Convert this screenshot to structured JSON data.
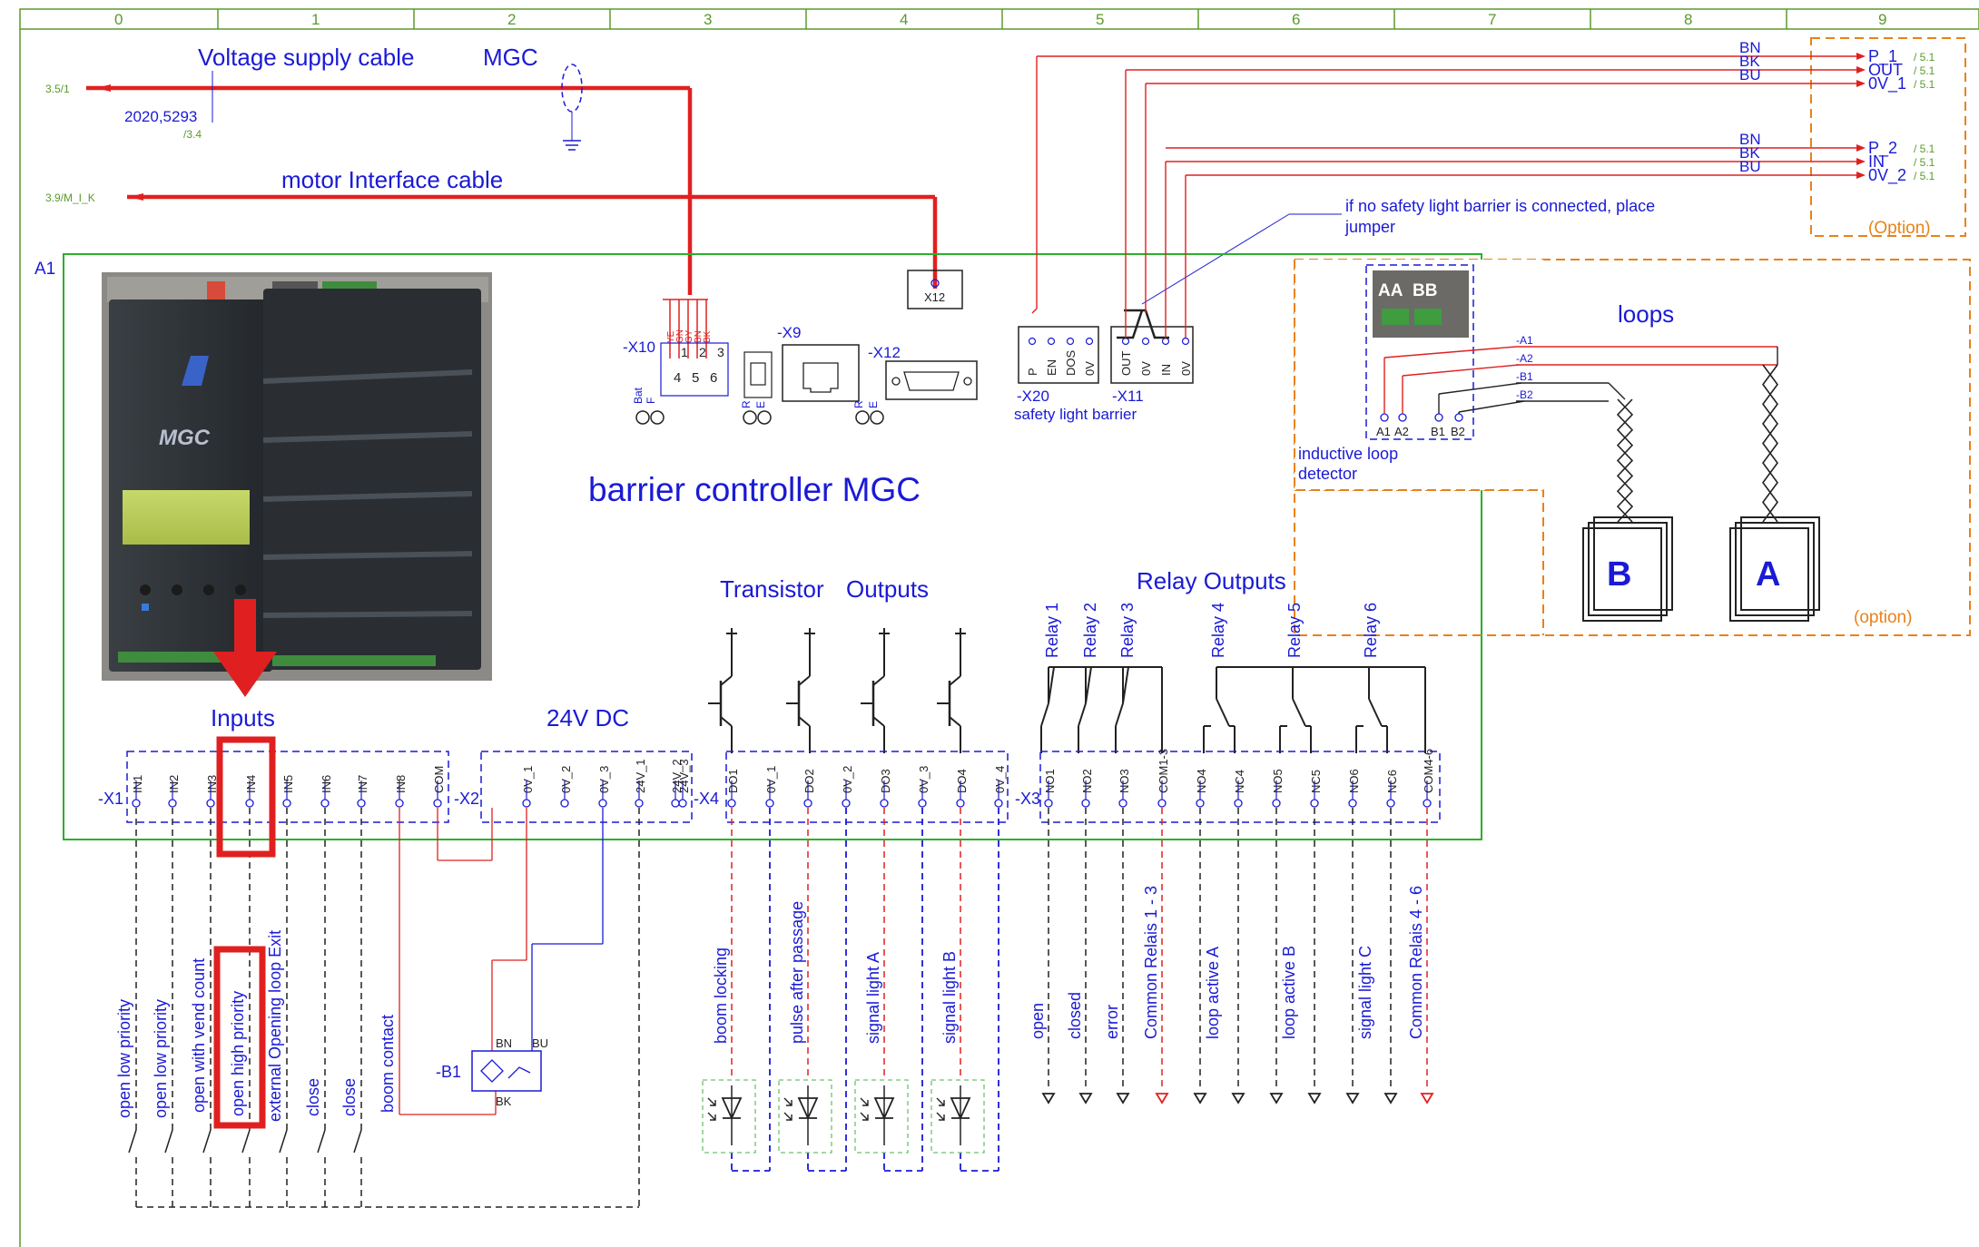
{
  "grid": {
    "columns": [
      "0",
      "1",
      "2",
      "3",
      "4",
      "5",
      "6",
      "7",
      "8",
      "9"
    ]
  },
  "header": {
    "voltage_cable": "Voltage supply cable",
    "mgc_label": "MGC",
    "ref_35": "3.5/1",
    "cable_id": "2020,5293",
    "ref_34": "/3.4",
    "motor_cable": "motor Interface cable",
    "ref_39": "3.9/M_I_K",
    "a1": "A1"
  },
  "option_top": {
    "wires1": [
      "BN",
      "BK",
      "BU"
    ],
    "terms1": [
      "P_1",
      "OUT",
      "0V_1"
    ],
    "wires2": [
      "BN",
      "BK",
      "BU"
    ],
    "terms2": [
      "P_2",
      "IN",
      "0V_2"
    ],
    "ref": "/ 5.1",
    "label": "(Option)"
  },
  "jumper_note": [
    "if no safety light barrier is connected, place",
    "jumper"
  ],
  "photo": {
    "brand": "MGC"
  },
  "main_title": "barrier controller MGC",
  "x10": {
    "label": "-X10",
    "pins_top": [
      "1",
      "2",
      "3"
    ],
    "pins_bot": [
      "4",
      "5",
      "6"
    ],
    "wires": [
      "YE",
      "GN",
      "GY",
      "BN",
      "BK"
    ],
    "bat": "Bat",
    "f": "F"
  },
  "x9": {
    "label": "-X9",
    "r": "R",
    "e": "E"
  },
  "x12": {
    "label": "-X12",
    "box": "X12",
    "r": "R",
    "e": "E"
  },
  "x20": {
    "label": "-X20",
    "pins": [
      "P",
      "EN",
      "DOS",
      "0V"
    ]
  },
  "x11": {
    "label": "-X11",
    "pins": [
      "OUT",
      "0V",
      "IN",
      "0V"
    ]
  },
  "safety_label": "safety light barrier",
  "loop_section": {
    "title": "loops",
    "aa": "AA",
    "bb": "BB",
    "wires": [
      "-A1",
      "-A2",
      "-B1",
      "-B2"
    ],
    "pins": [
      "A1",
      "A2",
      "B1",
      "B2"
    ],
    "det1": "inductive loop",
    "det2": "detector",
    "loop_b": "B",
    "loop_a": "A",
    "option": "(option)"
  },
  "sections": {
    "inputs": "Inputs",
    "dc24": "24V DC",
    "transistor": "Transistor",
    "outputs": "Outputs",
    "relay_outputs": "Relay Outputs"
  },
  "relays": [
    "Relay 1",
    "Relay 2",
    "Relay 3",
    "Relay 4",
    "Relay 5",
    "Relay 6"
  ],
  "x1": {
    "label": "-X1",
    "pins": [
      "IN1",
      "IN2",
      "IN3",
      "IN4",
      "IN5",
      "IN6",
      "IN7",
      "IN8",
      "COM"
    ]
  },
  "x2": {
    "label": "-X2",
    "pins": [
      "0V_1",
      "0V_2",
      "0V_3",
      "24V_1",
      "24V_2",
      "24V_3"
    ]
  },
  "x4": {
    "label": "-X4",
    "pins": [
      "DO1",
      "0V_1",
      "DO2",
      "0V_2",
      "DO3",
      "0V_3",
      "DO4",
      "0V_4"
    ]
  },
  "x3": {
    "label": "-X3",
    "pins": [
      "NO1",
      "NO2",
      "NO3",
      "COM1-3",
      "NO4",
      "NC4",
      "NO5",
      "NC5",
      "NO6",
      "NC6",
      "COM4-6"
    ]
  },
  "input_labels": [
    "open low priority",
    "open low priority",
    "open  with vend count",
    "open high priority",
    "external Opening loop Exit",
    "close",
    "close",
    "boom contact"
  ],
  "b1": {
    "label": "-B1",
    "bn": "BN",
    "bu": "BU",
    "bk": "BK"
  },
  "output_labels": [
    "boom locking",
    "pulse after passage",
    "signal light  A",
    "signal light  B"
  ],
  "relay_labels": [
    "open",
    "closed",
    "error",
    "Common Relais 1 - 3",
    "loop active A",
    "loop active B",
    "signal light  C",
    "Common Relais 4 - 6"
  ]
}
